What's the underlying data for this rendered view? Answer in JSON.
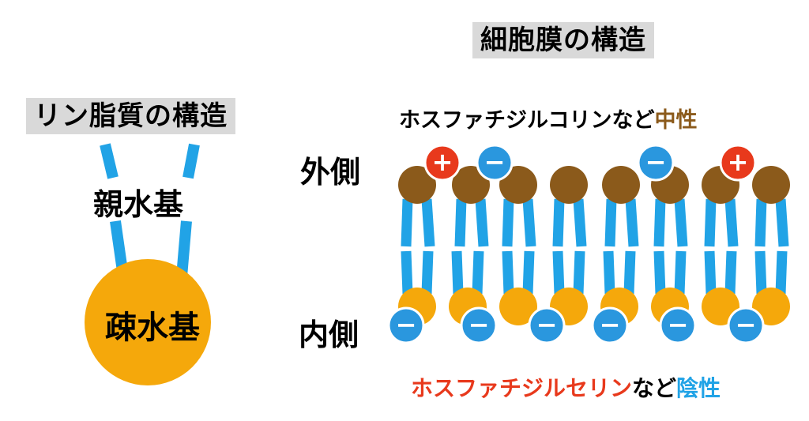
{
  "titles": {
    "membrane_structure": "細胞膜の構造",
    "phospholipid_structure": "リン脂質の構造"
  },
  "labels": {
    "hydrophilic": "親水基",
    "hydrophobic": "疎水基",
    "outer_side": "外側",
    "inner_side": "内側"
  },
  "captions": {
    "outer": {
      "lipid": "ホスファチジルコリン",
      "connector": "など",
      "charge": "中性"
    },
    "inner": {
      "lipid": "ホスファチジルセリン",
      "connector": "など",
      "charge": "陰性"
    }
  },
  "symbols": {
    "plus": "+",
    "minus": "−"
  },
  "colors": {
    "tail_blue": "#21a3e6",
    "outer_head_brown": "#8b5a1b",
    "inner_head_orange": "#f5a80b",
    "plus_red": "#e8391c",
    "minus_blue": "#2a97de",
    "neutral_text": "#8b5a1b",
    "positive_text": "#e8391c",
    "negative_text": "#21a3e6",
    "title_bg": "#d9d9d9"
  },
  "membrane": {
    "outer_charges": [
      "plus",
      "minus",
      "none",
      "none",
      "minus",
      "plus",
      "none"
    ],
    "inner_charges": [
      "minus",
      "minus",
      "minus",
      "minus",
      "minus",
      "minus"
    ]
  }
}
